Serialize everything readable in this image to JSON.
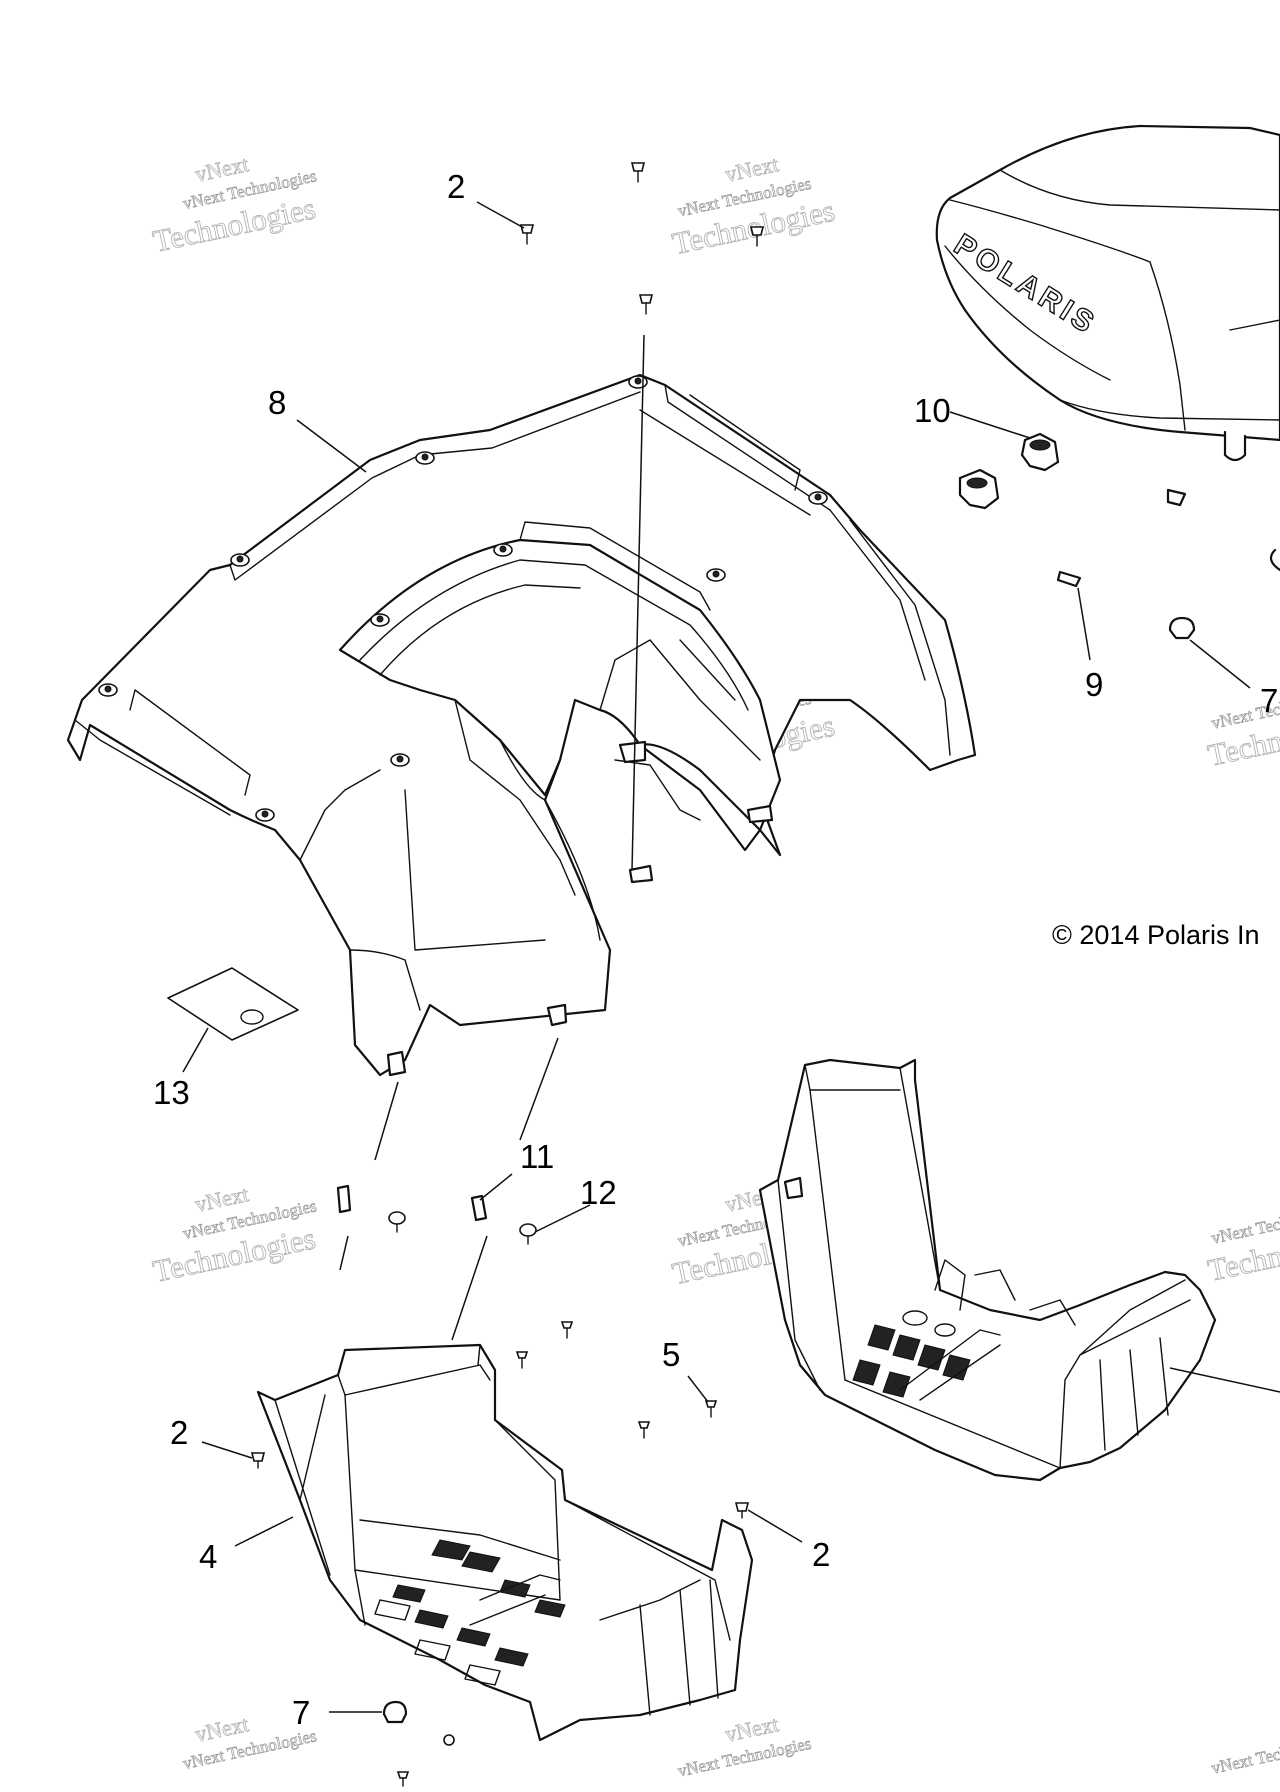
{
  "callouts": [
    {
      "label": "2"
    },
    {
      "label": "8"
    },
    {
      "label": "10"
    },
    {
      "label": "9"
    },
    {
      "label": "7"
    },
    {
      "label": "13"
    },
    {
      "label": "11"
    },
    {
      "label": "12"
    },
    {
      "label": "5"
    },
    {
      "label": "2"
    },
    {
      "label": "4"
    },
    {
      "label": "2"
    },
    {
      "label": "7"
    }
  ],
  "copyright": "© 2014 Polaris In",
  "seat_logo": "POLARIS",
  "watermark": {
    "line1": "vNext Technologies",
    "line2": "Technologies",
    "line0": "vNext"
  }
}
